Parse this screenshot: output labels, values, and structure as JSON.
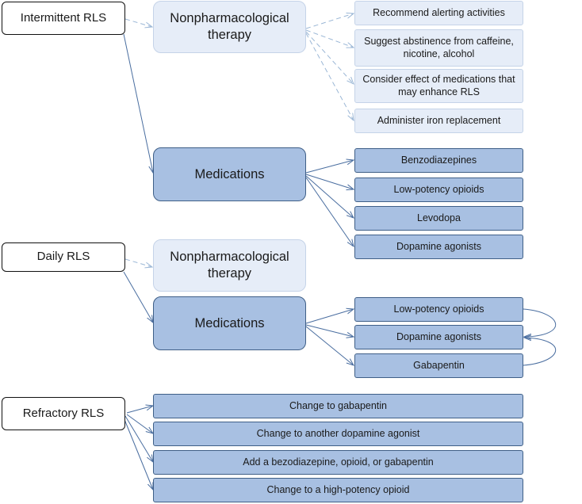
{
  "colors": {
    "dark_fill": "#a8c0e2",
    "dark_border": "#3f5f87",
    "light_fill": "#e6edf8",
    "light_border": "#c5d3e8",
    "solid_arrow": "#4a6ea0",
    "dashed_arrow": "#9bb7d6"
  },
  "intermittent": {
    "label": "Intermittent RLS",
    "nonpharm": {
      "label": "Nonpharmacological therapy",
      "items": [
        "Recommend alerting activities",
        "Suggest abstinence from caffeine, nicotine, alcohol",
        "Consider effect of medications that may enhance RLS",
        "Administer iron replacement"
      ]
    },
    "medications": {
      "label": "Medications",
      "items": [
        "Benzodiazepines",
        "Low-potency opioids",
        "Levodopa",
        "Dopamine agonists"
      ]
    }
  },
  "daily": {
    "label": "Daily RLS",
    "nonpharm": {
      "label": "Nonpharmacological therapy"
    },
    "medications": {
      "label": "Medications",
      "items": [
        "Low-potency opioids",
        "Dopamine agonists",
        "Gabapentin"
      ]
    }
  },
  "refractory": {
    "label": "Refractory RLS",
    "items": [
      "Change to gabapentin",
      "Change to another dopamine agonist",
      "Add a bezodiazepine, opioid, or gabapentin",
      "Change to a high-potency opioid"
    ]
  }
}
